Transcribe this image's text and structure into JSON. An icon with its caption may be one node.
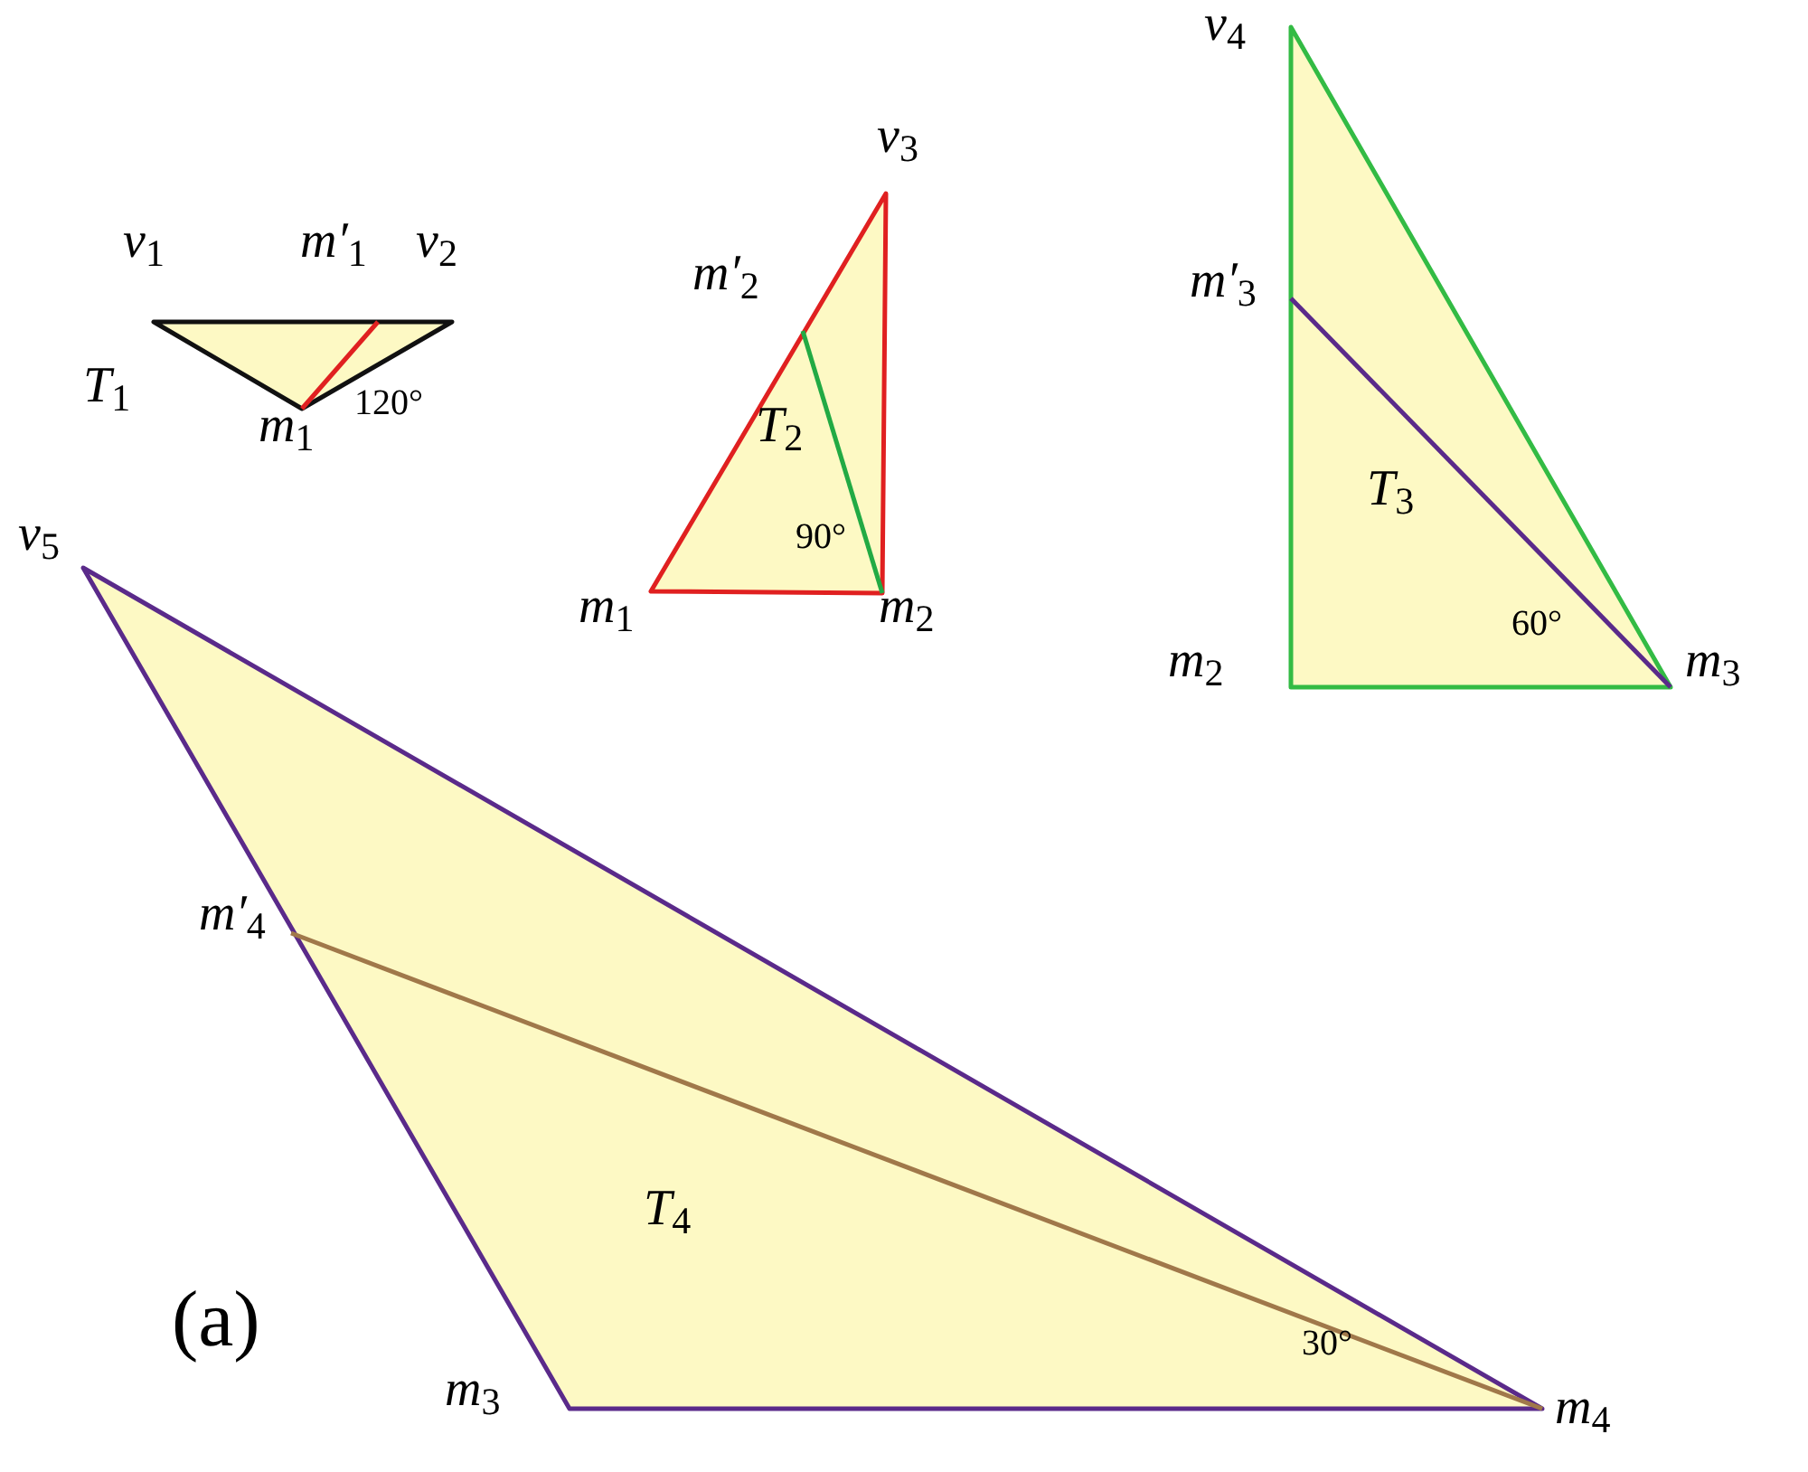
{
  "diagram": {
    "labels": [
      "*v*$_{1}$",
      "*m′*$_{1}$",
      "*v*$_{2}$",
      "*T*$_{1}$",
      "*m*$_{1}$",
      "120°",
      "*v*$_{3}$",
      "*m′*$_{2}$",
      "*T*$_{2}$",
      "90°",
      "*m*$_{1}$",
      "*m*$_{2}$",
      "*v*$_{4}$",
      "*m′*$_{3}$",
      "*T*$_{3}$",
      "60°",
      "*m*$_{2}$",
      "*m*$_{3}$",
      "*v*$_{5}$",
      "*m′*$_{4}$",
      "*T*$_{4}$",
      "(a)",
      "*m*$_{3}$",
      "30°",
      "*m*$_{4}$"
    ]
  }
}
